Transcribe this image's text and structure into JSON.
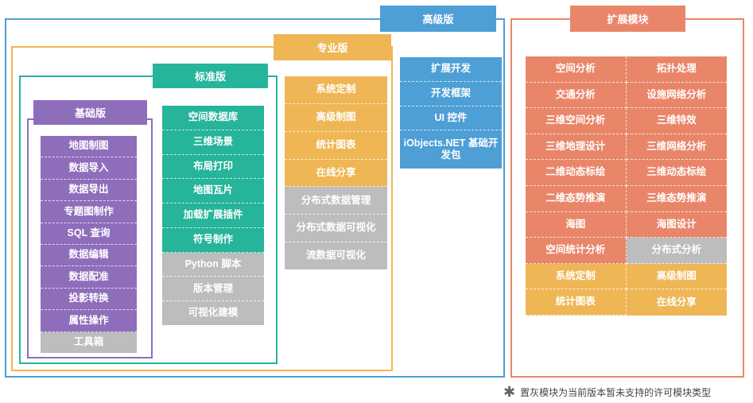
{
  "colors": {
    "advanced": "#4d9fd6",
    "professional": "#efb655",
    "standard": "#26b49a",
    "basic": "#8e6dbb",
    "extension": "#e9866a",
    "unsupported": "#bdbdbd"
  },
  "advanced": {
    "title": "高级版",
    "modules": [
      {
        "label": "扩展开发",
        "gray": false
      },
      {
        "label": "开发框架",
        "gray": false
      },
      {
        "label": "UI 控件",
        "gray": false
      },
      {
        "label": "iObjects.NET 基础开发包",
        "gray": false
      }
    ]
  },
  "professional": {
    "title": "专业版",
    "modules": [
      {
        "label": "系统定制",
        "gray": false
      },
      {
        "label": "高级制图",
        "gray": false
      },
      {
        "label": "统计图表",
        "gray": false
      },
      {
        "label": "在线分享",
        "gray": false
      },
      {
        "label": "分布式数据管理",
        "gray": true
      },
      {
        "label": "分布式数据可视化",
        "gray": true
      },
      {
        "label": "流数据可视化",
        "gray": true
      }
    ]
  },
  "standard": {
    "title": "标准版",
    "modules": [
      {
        "label": "空间数据库",
        "gray": false
      },
      {
        "label": "三维场景",
        "gray": false
      },
      {
        "label": "布局打印",
        "gray": false
      },
      {
        "label": "地图瓦片",
        "gray": false
      },
      {
        "label": "加载扩展插件",
        "gray": false
      },
      {
        "label": "符号制作",
        "gray": false
      },
      {
        "label": "Python 脚本",
        "gray": true
      },
      {
        "label": "版本管理",
        "gray": true
      },
      {
        "label": "可视化建模",
        "gray": true
      }
    ]
  },
  "basic": {
    "title": "基础版",
    "modules": [
      {
        "label": "地图制图",
        "gray": false
      },
      {
        "label": "数据导入",
        "gray": false
      },
      {
        "label": "数据导出",
        "gray": false
      },
      {
        "label": "专题图制作",
        "gray": false
      },
      {
        "label": "SQL 查询",
        "gray": false
      },
      {
        "label": "数据编辑",
        "gray": false
      },
      {
        "label": "数据配准",
        "gray": false
      },
      {
        "label": "投影转换",
        "gray": false
      },
      {
        "label": "属性操作",
        "gray": false
      },
      {
        "label": "工具箱",
        "gray": true
      }
    ]
  },
  "extension": {
    "title": "扩展模块",
    "modules": [
      {
        "label": "空间分析",
        "color": "red"
      },
      {
        "label": "拓扑处理",
        "color": "red"
      },
      {
        "label": "交通分析",
        "color": "red"
      },
      {
        "label": "设施网络分析",
        "color": "red"
      },
      {
        "label": "三维空间分析",
        "color": "red"
      },
      {
        "label": "三维特效",
        "color": "red"
      },
      {
        "label": "三维地理设计",
        "color": "red"
      },
      {
        "label": "三维网络分析",
        "color": "red"
      },
      {
        "label": "二维动态标绘",
        "color": "red"
      },
      {
        "label": "三维动态标绘",
        "color": "red"
      },
      {
        "label": "二维态势推演",
        "color": "red"
      },
      {
        "label": "三维态势推演",
        "color": "red"
      },
      {
        "label": "海图",
        "color": "red"
      },
      {
        "label": "海图设计",
        "color": "red"
      },
      {
        "label": "空间统计分析",
        "color": "red"
      },
      {
        "label": "分布式分析",
        "color": "gray"
      },
      {
        "label": "系统定制",
        "color": "orange"
      },
      {
        "label": "高级制图",
        "color": "orange"
      },
      {
        "label": "统计图表",
        "color": "orange"
      },
      {
        "label": "在线分享",
        "color": "orange"
      }
    ]
  },
  "footnote": {
    "icon": "asterisk-icon",
    "text": "置灰模块为当前版本暂未支持的许可模块类型"
  }
}
